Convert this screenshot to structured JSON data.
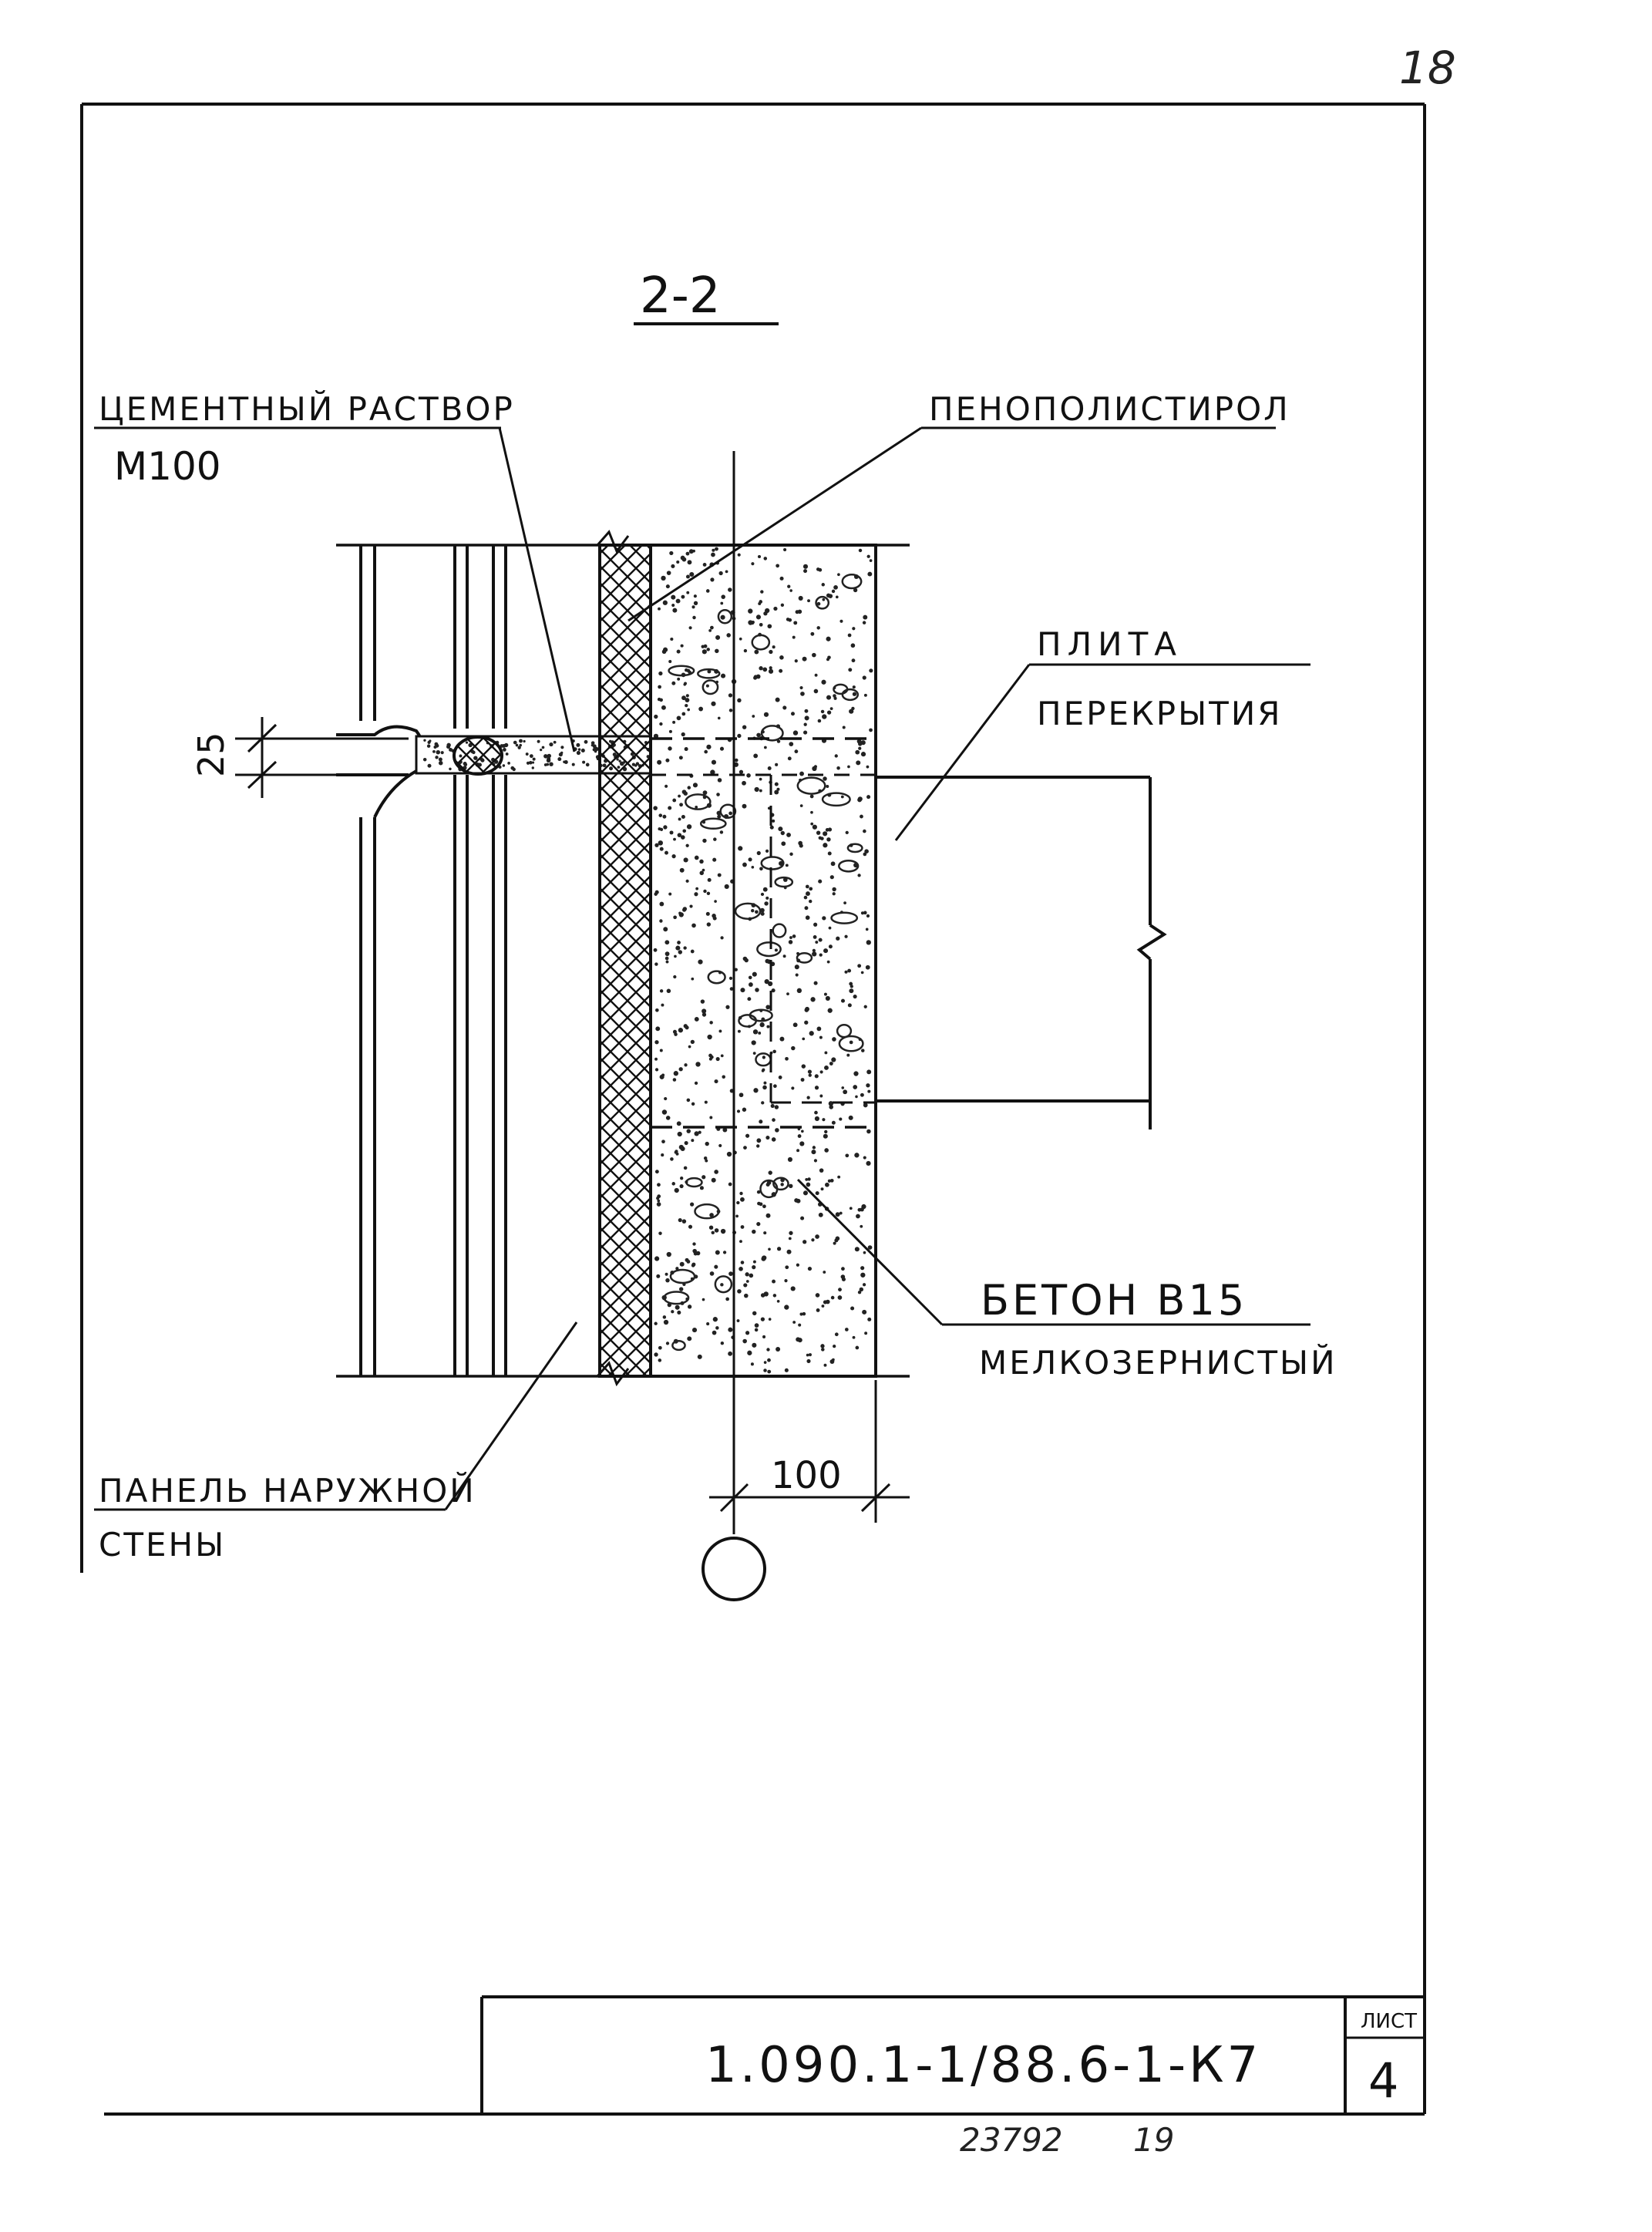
{
  "page_number": "18",
  "section_label": "2-2",
  "labels": {
    "cement_mortar_line1": "ЦЕМЕНТНЫЙ РАСТВОР",
    "cement_mortar_line2": "М100",
    "foam": "ПЕНОПОЛИСТИРОЛ",
    "slab_line1": "ПЛИТА",
    "slab_line2": "ПЕРЕКРЫТИЯ",
    "concrete_line1": "БЕТОН В15",
    "concrete_line2": "МЕЛКОЗЕРНИСТЫЙ",
    "panel_line1": "ПАНЕЛЬ НАРУЖНОЙ",
    "panel_line2": "СТЕНЫ"
  },
  "dimensions": {
    "joint_height": "25",
    "wall_width": "100"
  },
  "title_block": {
    "code": "1.090.1-1/88.6-1-К7",
    "sheet_label": "ЛИСТ",
    "sheet_number": "4"
  },
  "archive_number": "23792",
  "archive_page": "19"
}
